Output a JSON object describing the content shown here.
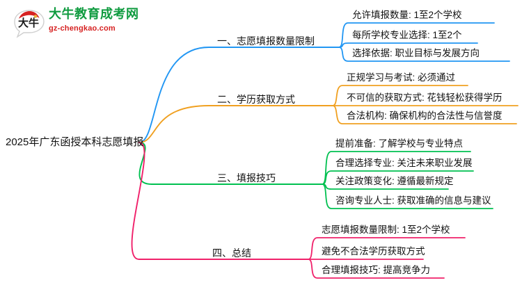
{
  "logo": {
    "mark_text": "大牛",
    "name": "大牛教育成考网",
    "url": "gz-chengkao.com",
    "name_color": "#0f9b3f",
    "url_color": "#d62121",
    "mark_arc_color": "#d62121"
  },
  "mindmap": {
    "root": {
      "label": "2025年广东函授本科志愿填报"
    },
    "branches": [
      {
        "label": "一、志愿填报数量限制",
        "color": "#2196f3",
        "children": [
          {
            "label": "允许填报数量: 1至2个学校"
          },
          {
            "label": "每所学校专业选择: 1至2个"
          },
          {
            "label": "选择依据: 职业目标与发展方向"
          }
        ]
      },
      {
        "label": "二、学历获取方式",
        "color": "#f0a020",
        "children": [
          {
            "label": "正规学习与考试: 必须通过"
          },
          {
            "label": "不可信的获取方式: 花钱轻松获得学历"
          },
          {
            "label": "合法机构: 确保机构的合法性与信誉度"
          }
        ]
      },
      {
        "label": "三、填报技巧",
        "color": "#00c050",
        "children": [
          {
            "label": "提前准备: 了解学校与专业特点"
          },
          {
            "label": "合理选择专业: 关注未来职业发展"
          },
          {
            "label": "关注政策变化: 遵循最新规定"
          },
          {
            "label": "咨询专业人士: 获取准确的信息与建议"
          }
        ]
      },
      {
        "label": "四、总结",
        "color": "#f0206a",
        "children": [
          {
            "label": "志愿填报数量限制: 1至2个学校"
          },
          {
            "label": "避免不合法学历获取方式"
          },
          {
            "label": "合理填报技巧: 提高竞争力"
          }
        ]
      }
    ]
  }
}
